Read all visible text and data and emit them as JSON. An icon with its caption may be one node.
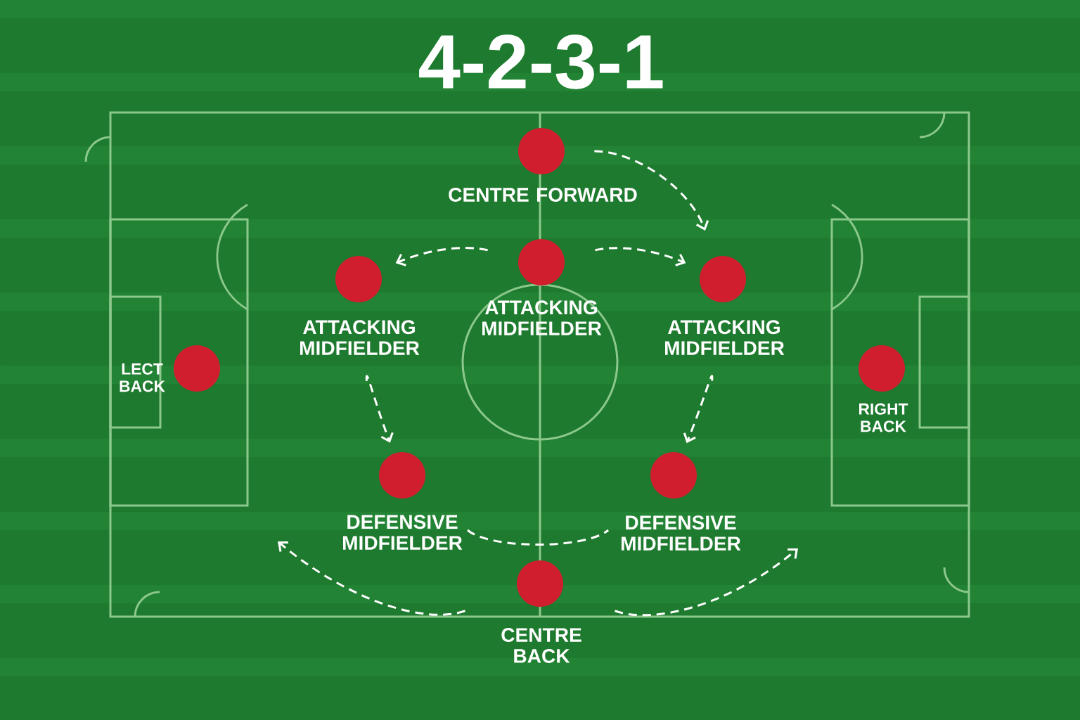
{
  "diagram": {
    "title": "4-2-3-1",
    "nodes": [
      {
        "text": [
          "CENTRE FORWARD"
        ]
      },
      {
        "text": [
          "ATTACKING MIDFIELDER"
        ]
      },
      {
        "text": [
          "ATTACKING MIDFIELDER"
        ]
      },
      {
        "text": [
          "ATTACKING MIDFIELDER"
        ]
      },
      {
        "text": [
          "LECT BACK"
        ]
      },
      {
        "text": [
          "RIGHT BACK"
        ]
      },
      {
        "text": [
          "DEFENSIVE MIDFIELDER"
        ]
      },
      {
        "text": [
          "DEFENSIVE MIDFIELDER"
        ]
      },
      {
        "text": [
          "CENTRE BACK"
        ]
      }
    ],
    "edges": [
      {
        "from": 0,
        "to": 3,
        "arrow": "to",
        "style": "dashed"
      },
      {
        "from": 2,
        "to": 1,
        "arrow": "to",
        "style": "dashed"
      },
      {
        "from": 2,
        "to": 3,
        "arrow": "to",
        "style": "dashed"
      },
      {
        "from": 1,
        "to": 6,
        "arrow": "to",
        "style": "dashed"
      },
      {
        "from": 3,
        "to": 7,
        "arrow": "to",
        "style": "dashed"
      },
      {
        "from": 6,
        "to": 7,
        "arrow": "none",
        "style": "dashed"
      },
      {
        "from": 8,
        "to": null,
        "arrow": "to",
        "style": "dashed"
      },
      {
        "from": 8,
        "to": null,
        "arrow": "to",
        "style": "dashed"
      }
    ]
  }
}
